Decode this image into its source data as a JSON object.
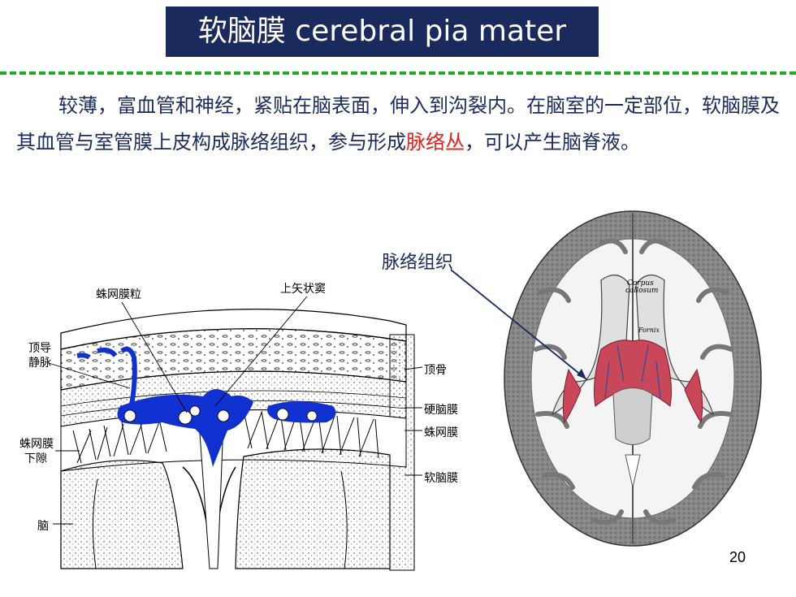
{
  "slide": {
    "title": "软脑膜 cerebral pia mater",
    "paragraph_intro": "较薄，富血管和神经，紧贴在脑表面，伸入到沟裂内。在脑室的一定部位，软脑膜及其血管与室管膜上皮构成脉络组织，参与形成",
    "paragraph_highlight": "脉络丛",
    "paragraph_end": "，可以产生脑脊液。",
    "callout": "脉络组织",
    "page_number": "20",
    "colors": {
      "title_bg": "#1a2a5c",
      "dash": "#22aa22",
      "highlight": "#e0201a",
      "csf_blue": "#1030d0"
    }
  },
  "left_figure": {
    "labels": {
      "granulation": "蛛网膜粒",
      "sinus": "上矢状窦",
      "vein_1": "顶导",
      "vein_2": "静脉",
      "skull": "顶骨",
      "dura": "硬脑膜",
      "arachnoid": "蛛网膜",
      "subarachnoid_1": "蛛网膜",
      "subarachnoid_2": "下隙",
      "pia": "软脑膜",
      "brain": "脑"
    }
  },
  "right_figure": {
    "labels": {
      "corpus": "Corpus",
      "callosum": "callosum",
      "fornix": "Fornix"
    }
  }
}
